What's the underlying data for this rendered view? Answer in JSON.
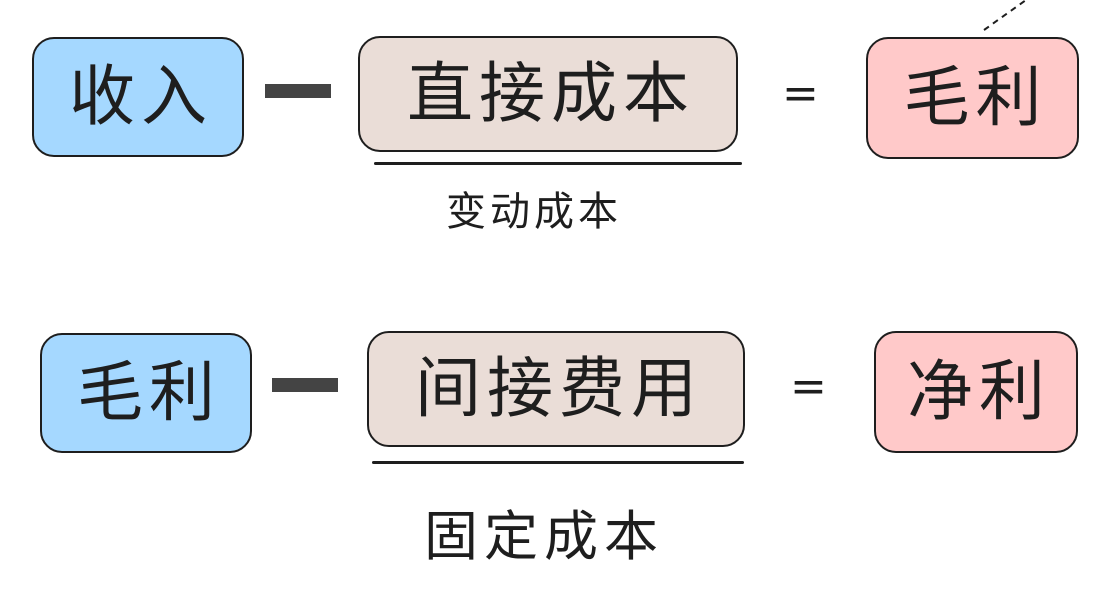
{
  "row1": {
    "term1": "收入",
    "operator1": "−",
    "term2": "直接成本",
    "operator2": "=",
    "result": "毛利",
    "under_label": "变动成本"
  },
  "row2": {
    "term1": "毛利",
    "operator1": "−",
    "term2": "间接费用",
    "operator2": "=",
    "result": "净利",
    "under_label": "固定成本"
  },
  "colors": {
    "revenue_box": "#a5d8ff",
    "cost_box": "#eaddd7",
    "profit_box": "#ffc9c9",
    "stroke": "#1e1e1e"
  }
}
